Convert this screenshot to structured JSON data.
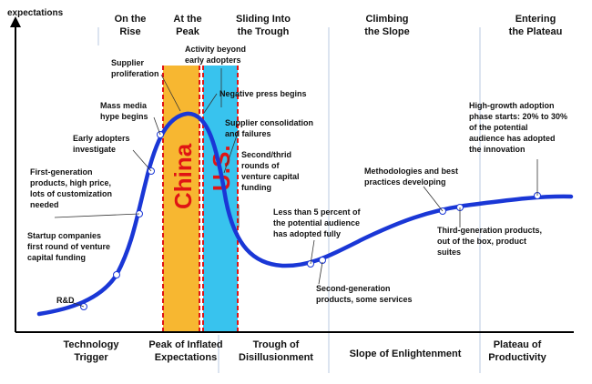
{
  "axis": {
    "y_label": "expectations"
  },
  "phases_top": [
    {
      "line1": "On the",
      "line2": "Rise"
    },
    {
      "line1": "At the",
      "line2": "Peak"
    },
    {
      "line1": "Sliding Into",
      "line2": "the Trough"
    },
    {
      "line1": "Climbing",
      "line2": "the Slope"
    },
    {
      "line1": "Entering",
      "line2": "the Plateau"
    }
  ],
  "phases_bottom": [
    {
      "line1": "Technology",
      "line2": "Trigger"
    },
    {
      "line1": "Peak of Inflated",
      "line2": "Expectations"
    },
    {
      "line1": "Trough of",
      "line2": "Disillusionment"
    },
    {
      "line1": "Slope of Enlightenment",
      "line2": ""
    },
    {
      "line1": "Plateau of",
      "line2": "Productivity"
    }
  ],
  "regions": [
    {
      "label": "China",
      "color": "#f7b731"
    },
    {
      "label": "U.S.",
      "color": "#38c3ee"
    }
  ],
  "annotations": [
    {
      "lines": [
        "R&D"
      ]
    },
    {
      "lines": [
        "Startup companies",
        "first round of venture",
        "capital funding"
      ]
    },
    {
      "lines": [
        "First-generation",
        "products, high price,",
        "lots of customization",
        "needed"
      ]
    },
    {
      "lines": [
        "Early adopters",
        "investigate"
      ]
    },
    {
      "lines": [
        "Mass media",
        "hype begins"
      ]
    },
    {
      "lines": [
        "Supplier",
        "proliferation"
      ]
    },
    {
      "lines": [
        "Activity beyond",
        "early adopters"
      ]
    },
    {
      "lines": [
        "Negative press begins"
      ]
    },
    {
      "lines": [
        "Supplier consolidation",
        "and failures"
      ]
    },
    {
      "lines": [
        "Second/thrid",
        "rounds of",
        "venture capital",
        "funding"
      ]
    },
    {
      "lines": [
        "Less than 5 percent of",
        "the potential audience",
        "has adopted fully"
      ]
    },
    {
      "lines": [
        "Second-generation",
        "products, some services"
      ]
    },
    {
      "lines": [
        "Methodologies and best",
        "practices developing"
      ]
    },
    {
      "lines": [
        "Third-generation products,",
        "out of the box, product",
        "suites"
      ]
    },
    {
      "lines": [
        "High-growth adoption",
        "phase starts: 20% to 30%",
        "of the potential",
        "audience has adopted",
        "the innovation"
      ]
    }
  ],
  "colors": {
    "curve": "#1a37d6",
    "axis": "#000000",
    "divider": "#b8c8e0",
    "dashed": "#e01414"
  }
}
